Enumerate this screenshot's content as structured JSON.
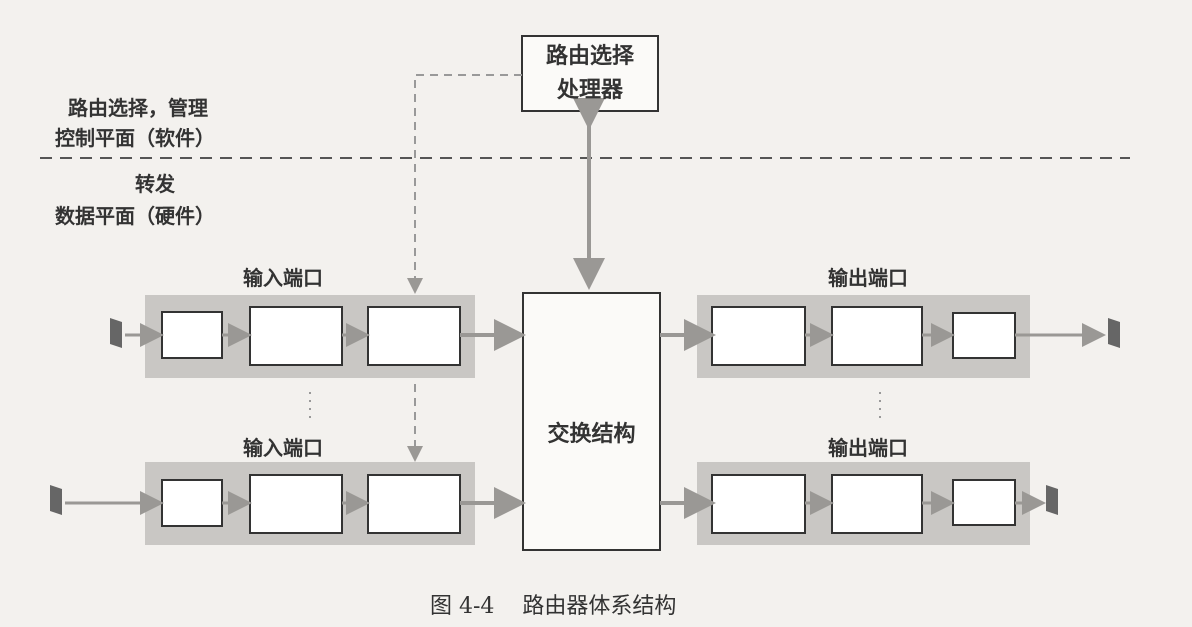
{
  "processor": {
    "line1": "路由选择",
    "line2": "处理器"
  },
  "control_plane": {
    "line1": "路由选择，管理",
    "line2": "控制平面（软件）"
  },
  "data_plane": {
    "line1": "转发",
    "line2": "数据平面（硬件）"
  },
  "switch_fabric": "交换结构",
  "input_ports": [
    {
      "label": "输入端口"
    },
    {
      "label": "输入端口"
    }
  ],
  "output_ports": [
    {
      "label": "输出端口"
    },
    {
      "label": "输出端口"
    }
  ],
  "caption": {
    "number": "图 4-4",
    "title": "路由器体系结构"
  },
  "colors": {
    "band": "#c9c7c4",
    "line": "#333333",
    "arrow": "#9a9895"
  }
}
